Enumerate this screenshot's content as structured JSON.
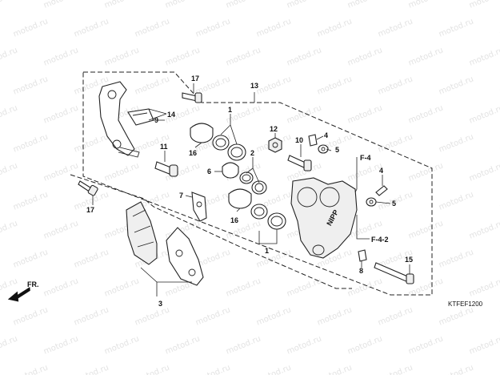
{
  "watermark": "motod.ru",
  "diagram_code": "KTFEF1200",
  "direction_label": "FR.",
  "callouts": {
    "c1a": "1",
    "c1b": "1",
    "c2": "2",
    "c3": "3",
    "c4a": "4",
    "c4b": "4",
    "c5a": "5",
    "c5b": "5",
    "c6": "6",
    "c7": "7",
    "c8": "8",
    "c9": "9",
    "c10": "10",
    "c11": "11",
    "c12": "12",
    "c13": "13",
    "c14": "14",
    "c15": "15",
    "c16a": "16",
    "c16b": "16",
    "c17a": "17",
    "c17b": "17"
  },
  "refs": {
    "f4": "F-4",
    "f42": "F-4-2"
  },
  "caliper_marking": "NIPP"
}
